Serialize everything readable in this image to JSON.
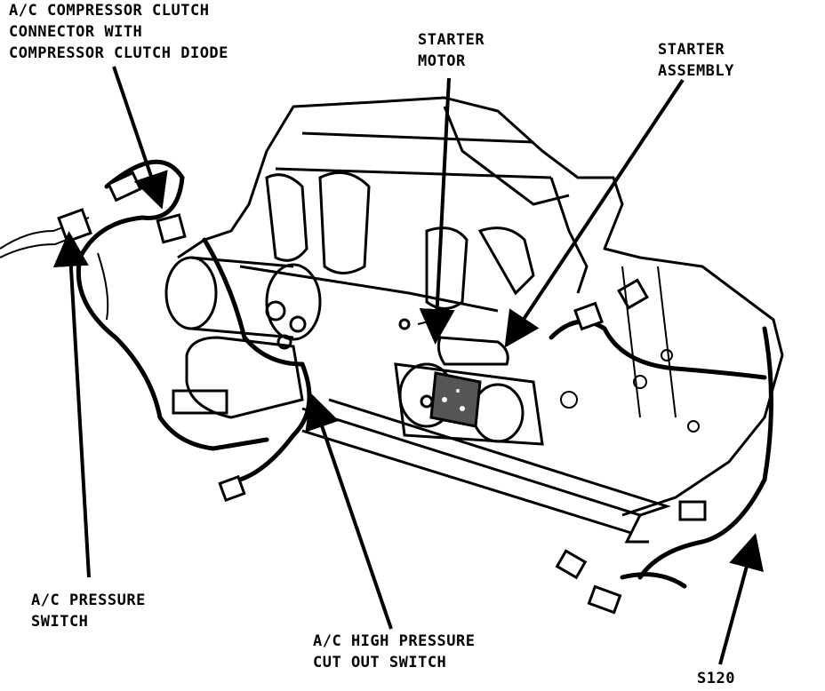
{
  "callouts": {
    "ac_compressor_clutch": {
      "line1": "A/C COMPRESSOR CLUTCH",
      "line2": "CONNECTOR WITH",
      "line3": "COMPRESSOR CLUTCH DIODE"
    },
    "starter_motor": {
      "line1": "STARTER",
      "line2": "MOTOR"
    },
    "starter_assembly": {
      "line1": "STARTER",
      "line2": "ASSEMBLY"
    },
    "ac_pressure_switch": {
      "line1": "A/C PRESSURE",
      "line2": "SWITCH"
    },
    "ac_high_pressure": {
      "line1": "A/C HIGH PRESSURE",
      "line2": "CUT OUT SWITCH"
    },
    "s120": {
      "line1": "S120"
    }
  },
  "colors": {
    "ink": "#000000",
    "paper": "#ffffff"
  }
}
